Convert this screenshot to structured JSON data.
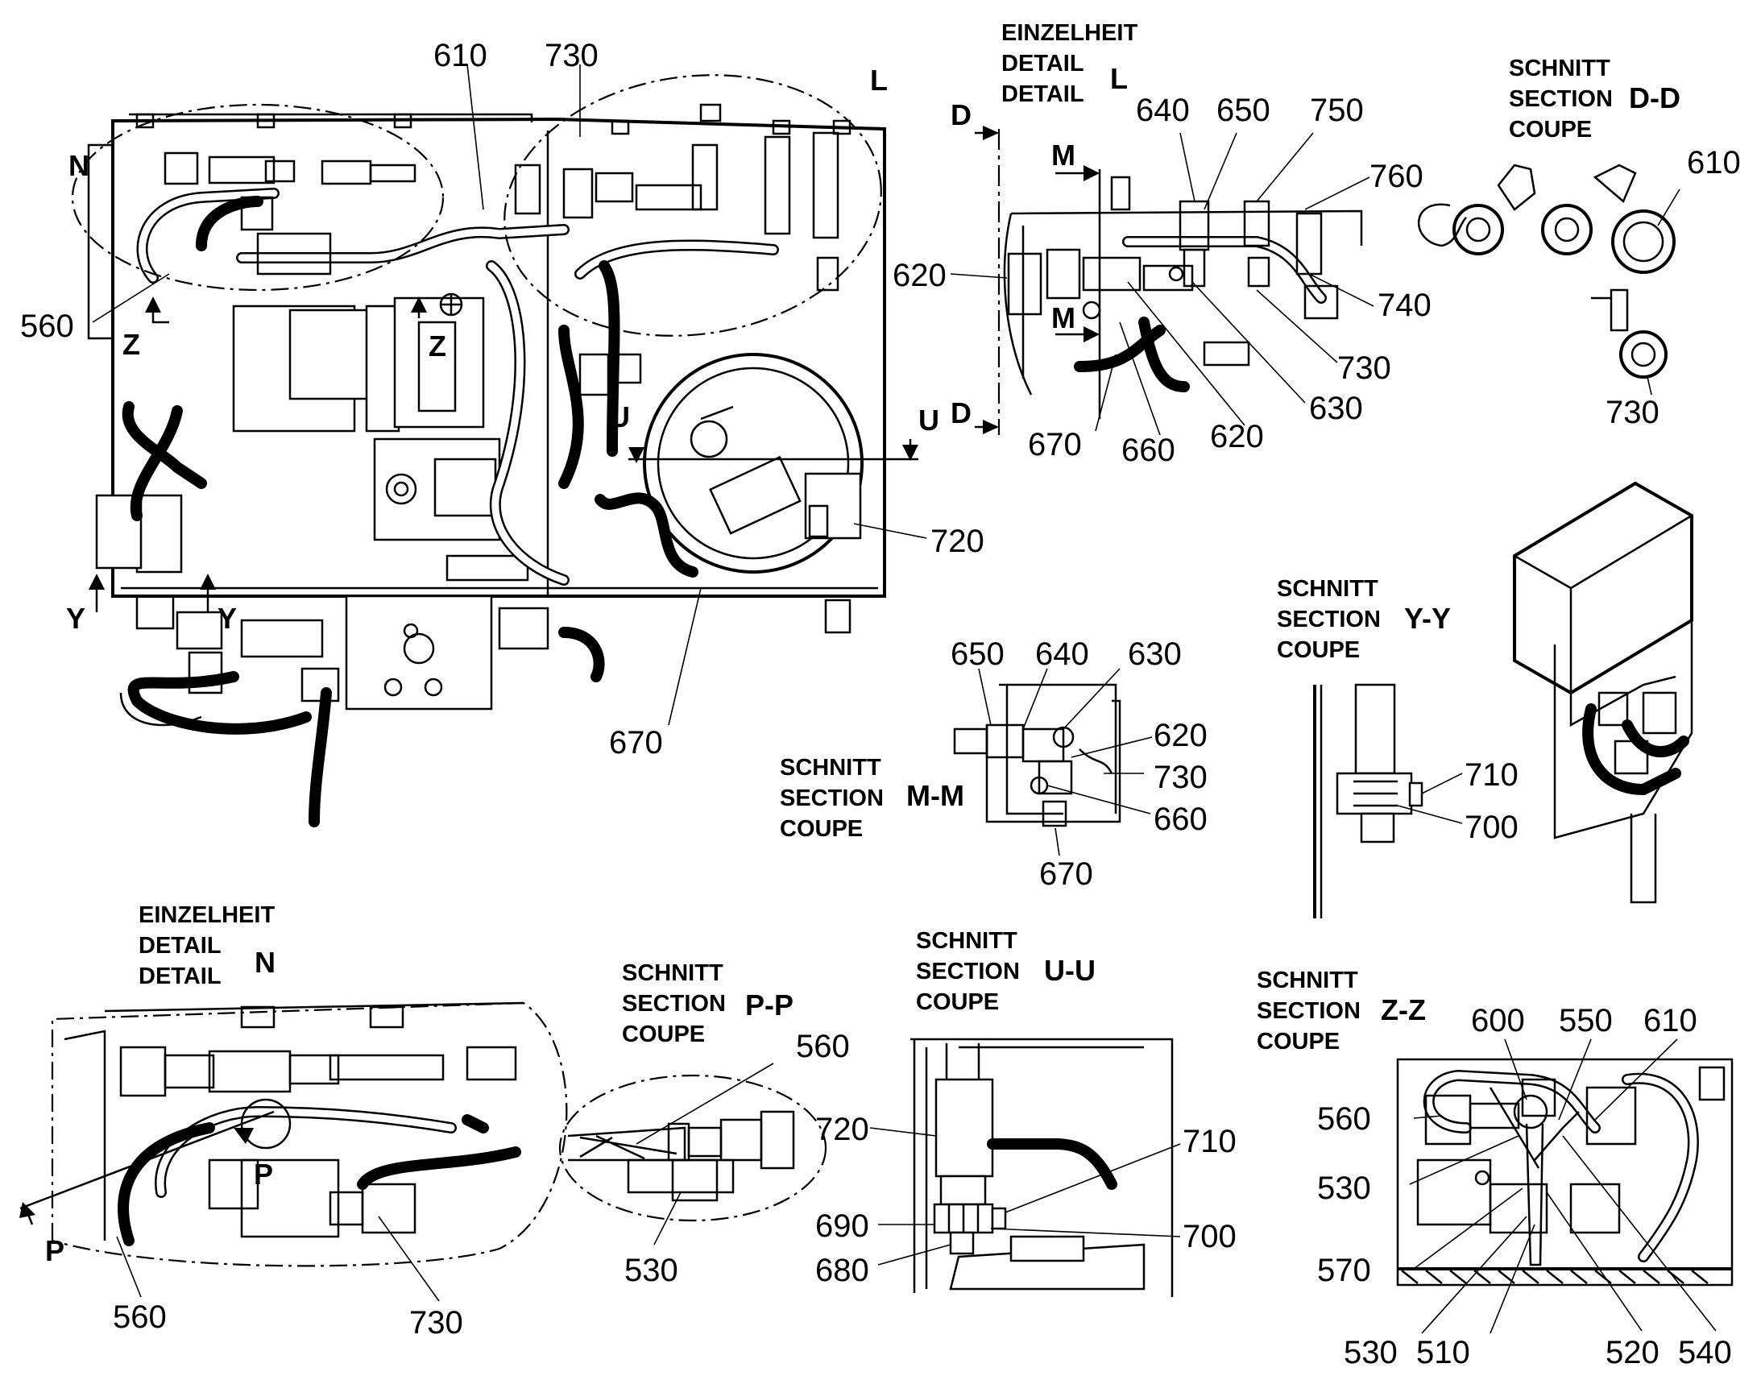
{
  "labels": [
    {
      "id": "n610",
      "text": "610"
    },
    {
      "id": "n730",
      "text": "730"
    },
    {
      "id": "L",
      "text": "L"
    },
    {
      "id": "N",
      "text": "N"
    },
    {
      "id": "n560",
      "text": "560"
    },
    {
      "id": "Z1",
      "text": "Z"
    },
    {
      "id": "Z2",
      "text": "Z"
    },
    {
      "id": "U1",
      "text": "U"
    },
    {
      "id": "U2",
      "text": "U"
    },
    {
      "id": "n720",
      "text": "720"
    },
    {
      "id": "Y1",
      "text": "Y"
    },
    {
      "id": "Y2",
      "text": "Y"
    },
    {
      "id": "n670",
      "text": "670"
    },
    {
      "id": "L-cap1",
      "text": "EINZELHEIT"
    },
    {
      "id": "L-cap2",
      "text": "DETAIL"
    },
    {
      "id": "L-cap3",
      "text": "DETAIL"
    },
    {
      "id": "L-id",
      "text": "L"
    },
    {
      "id": "D1",
      "text": "D"
    },
    {
      "id": "D2",
      "text": "D"
    },
    {
      "id": "M1",
      "text": "M"
    },
    {
      "id": "M2",
      "text": "M"
    },
    {
      "id": "l640",
      "text": "640"
    },
    {
      "id": "l650",
      "text": "650"
    },
    {
      "id": "l750",
      "text": "750"
    },
    {
      "id": "l760",
      "text": "760"
    },
    {
      "id": "l620a",
      "text": "620"
    },
    {
      "id": "l740",
      "text": "740"
    },
    {
      "id": "l730",
      "text": "730"
    },
    {
      "id": "l630",
      "text": "630"
    },
    {
      "id": "l620b",
      "text": "620"
    },
    {
      "id": "l670",
      "text": "670"
    },
    {
      "id": "l660",
      "text": "660"
    },
    {
      "id": "DD-cap1",
      "text": "SCHNITT"
    },
    {
      "id": "DD-cap2",
      "text": "SECTION"
    },
    {
      "id": "DD-cap3",
      "text": "COUPE"
    },
    {
      "id": "DD-id",
      "text": "D-D"
    },
    {
      "id": "d610",
      "text": "610"
    },
    {
      "id": "d730",
      "text": "730"
    },
    {
      "id": "MM-cap1",
      "text": "SCHNITT"
    },
    {
      "id": "MM-cap2",
      "text": "SECTION"
    },
    {
      "id": "MM-cap3",
      "text": "COUPE"
    },
    {
      "id": "MM-id",
      "text": "M-M"
    },
    {
      "id": "m650",
      "text": "650"
    },
    {
      "id": "m640",
      "text": "640"
    },
    {
      "id": "m630",
      "text": "630"
    },
    {
      "id": "m620",
      "text": "620"
    },
    {
      "id": "m730",
      "text": "730"
    },
    {
      "id": "m660",
      "text": "660"
    },
    {
      "id": "m670",
      "text": "670"
    },
    {
      "id": "YY-cap1",
      "text": "SCHNITT"
    },
    {
      "id": "YY-cap2",
      "text": "SECTION"
    },
    {
      "id": "YY-cap3",
      "text": "COUPE"
    },
    {
      "id": "YY-id",
      "text": "Y-Y"
    },
    {
      "id": "y710",
      "text": "710"
    },
    {
      "id": "y700",
      "text": "700"
    },
    {
      "id": "N-cap1",
      "text": "EINZELHEIT"
    },
    {
      "id": "N-cap2",
      "text": "DETAIL"
    },
    {
      "id": "N-cap3",
      "text": "DETAIL"
    },
    {
      "id": "N-id",
      "text": "N"
    },
    {
      "id": "P1",
      "text": "P"
    },
    {
      "id": "P2",
      "text": "P"
    },
    {
      "id": "nd560",
      "text": "560"
    },
    {
      "id": "nd730",
      "text": "730"
    },
    {
      "id": "PP-cap1",
      "text": "SCHNITT"
    },
    {
      "id": "PP-cap2",
      "text": "SECTION"
    },
    {
      "id": "PP-cap3",
      "text": "COUPE"
    },
    {
      "id": "PP-id",
      "text": "P-P"
    },
    {
      "id": "p560",
      "text": "560"
    },
    {
      "id": "p530",
      "text": "530"
    },
    {
      "id": "UU-cap1",
      "text": "SCHNITT"
    },
    {
      "id": "UU-cap2",
      "text": "SECTION"
    },
    {
      "id": "UU-cap3",
      "text": "COUPE"
    },
    {
      "id": "UU-id",
      "text": "U-U"
    },
    {
      "id": "u720",
      "text": "720"
    },
    {
      "id": "u710",
      "text": "710"
    },
    {
      "id": "u690",
      "text": "690"
    },
    {
      "id": "u700",
      "text": "700"
    },
    {
      "id": "u680",
      "text": "680"
    },
    {
      "id": "ZZ-cap1",
      "text": "SCHNITT"
    },
    {
      "id": "ZZ-cap2",
      "text": "SECTION"
    },
    {
      "id": "ZZ-cap3",
      "text": "COUPE"
    },
    {
      "id": "ZZ-id",
      "text": "Z-Z"
    },
    {
      "id": "z600",
      "text": "600"
    },
    {
      "id": "z550",
      "text": "550"
    },
    {
      "id": "z610",
      "text": "610"
    },
    {
      "id": "z560",
      "text": "560"
    },
    {
      "id": "z530a",
      "text": "530"
    },
    {
      "id": "z570",
      "text": "570"
    },
    {
      "id": "z530b",
      "text": "530"
    },
    {
      "id": "z510",
      "text": "510"
    },
    {
      "id": "z520",
      "text": "520"
    },
    {
      "id": "z540",
      "text": "540"
    }
  ]
}
